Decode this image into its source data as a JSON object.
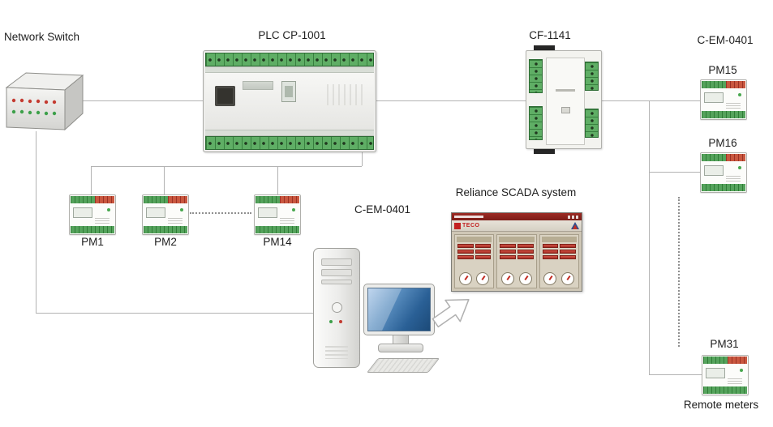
{
  "labels": {
    "network_switch": "Network Switch",
    "plc": "PLC CP-1001",
    "cf1141": "CF-1141",
    "cem_top_right": "C-EM-0401",
    "cem_middle": "C-EM-0401",
    "pm1": "PM1",
    "pm2": "PM2",
    "pm14": "PM14",
    "pm15": "PM15",
    "pm16": "PM16",
    "pm31": "PM31",
    "remote_meters": "Remote meters",
    "scada_system": "Reliance SCADA system"
  },
  "scada_window": {
    "brand": "TECO"
  },
  "colors": {
    "connection_line": "#b3b3b3",
    "terminal_green": "#5fae65",
    "alarm_red": "#a82e24",
    "scada_titlebar_red": "#7c1d18",
    "monitor_screen_blue": "#2a6096",
    "device_body": "#f3f3ef"
  }
}
